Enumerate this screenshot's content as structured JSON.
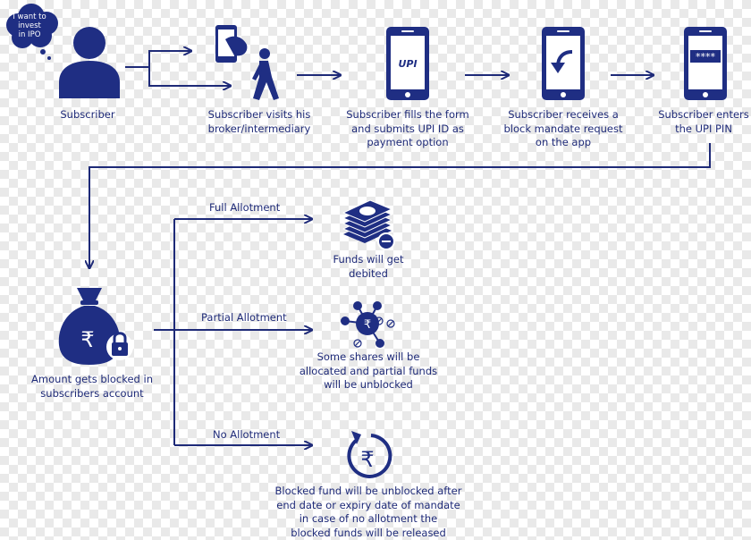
{
  "colors": {
    "primary": "#1e2a78",
    "bubble": "#1f2e83",
    "white": "#ffffff"
  },
  "speech_bubble": {
    "text": "I want to\ninvest\nin IPO"
  },
  "steps": [
    {
      "label": "Subscriber",
      "icon": "person-icon"
    },
    {
      "label": "Subscriber visits his\nbroker/intermediary",
      "icon": "phone-walking-person-icon"
    },
    {
      "label": "Subscriber fills the form\nand submits UPI ID as\npayment option",
      "icon": "upi-phone-icon",
      "screen_text": "UPI"
    },
    {
      "label": "Subscriber receives a\nblock mandate request\non the app",
      "icon": "phone-download-icon"
    },
    {
      "label": "Subscriber enters\nthe UPI PIN",
      "icon": "phone-pin-icon",
      "screen_text": "****"
    }
  ],
  "blocked": {
    "label": "Amount gets blocked in\nsubscribers account",
    "icon": "money-bag-lock-icon",
    "symbol": "₹"
  },
  "branches": [
    {
      "label": "Full Allotment",
      "outcome": "Funds will get\ndebited",
      "icon": "cash-stack-minus-icon"
    },
    {
      "label": "Partial Allotment",
      "outcome": "Some shares will be\nallocated and partial funds\nwill be unblocked",
      "icon": "rupee-network-icon",
      "symbol": "₹"
    },
    {
      "label": "No Allotment",
      "outcome": "Blocked fund will be unblocked after\nend date or expiry date of mandate\nin case of no allotment the\nblocked funds will be released",
      "icon": "rupee-refresh-icon",
      "symbol": "₹"
    }
  ]
}
